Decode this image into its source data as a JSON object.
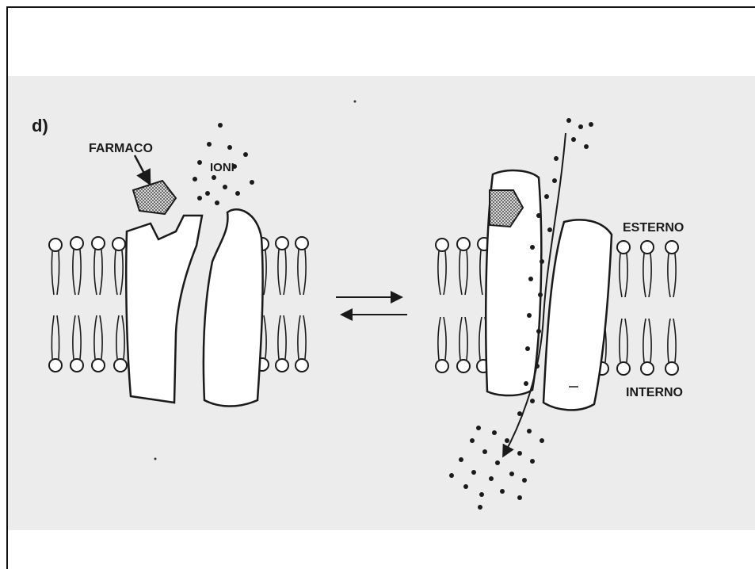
{
  "diagram": {
    "panel_label": "d)",
    "labels": {
      "drug": "FARMACO",
      "ions": "IONI",
      "outside": "ESTERNO",
      "inside": "INTERNO"
    }
  },
  "colors": {
    "background": "#ffffff",
    "scan_background": "#ececec",
    "ink": "#1a1a1a"
  }
}
